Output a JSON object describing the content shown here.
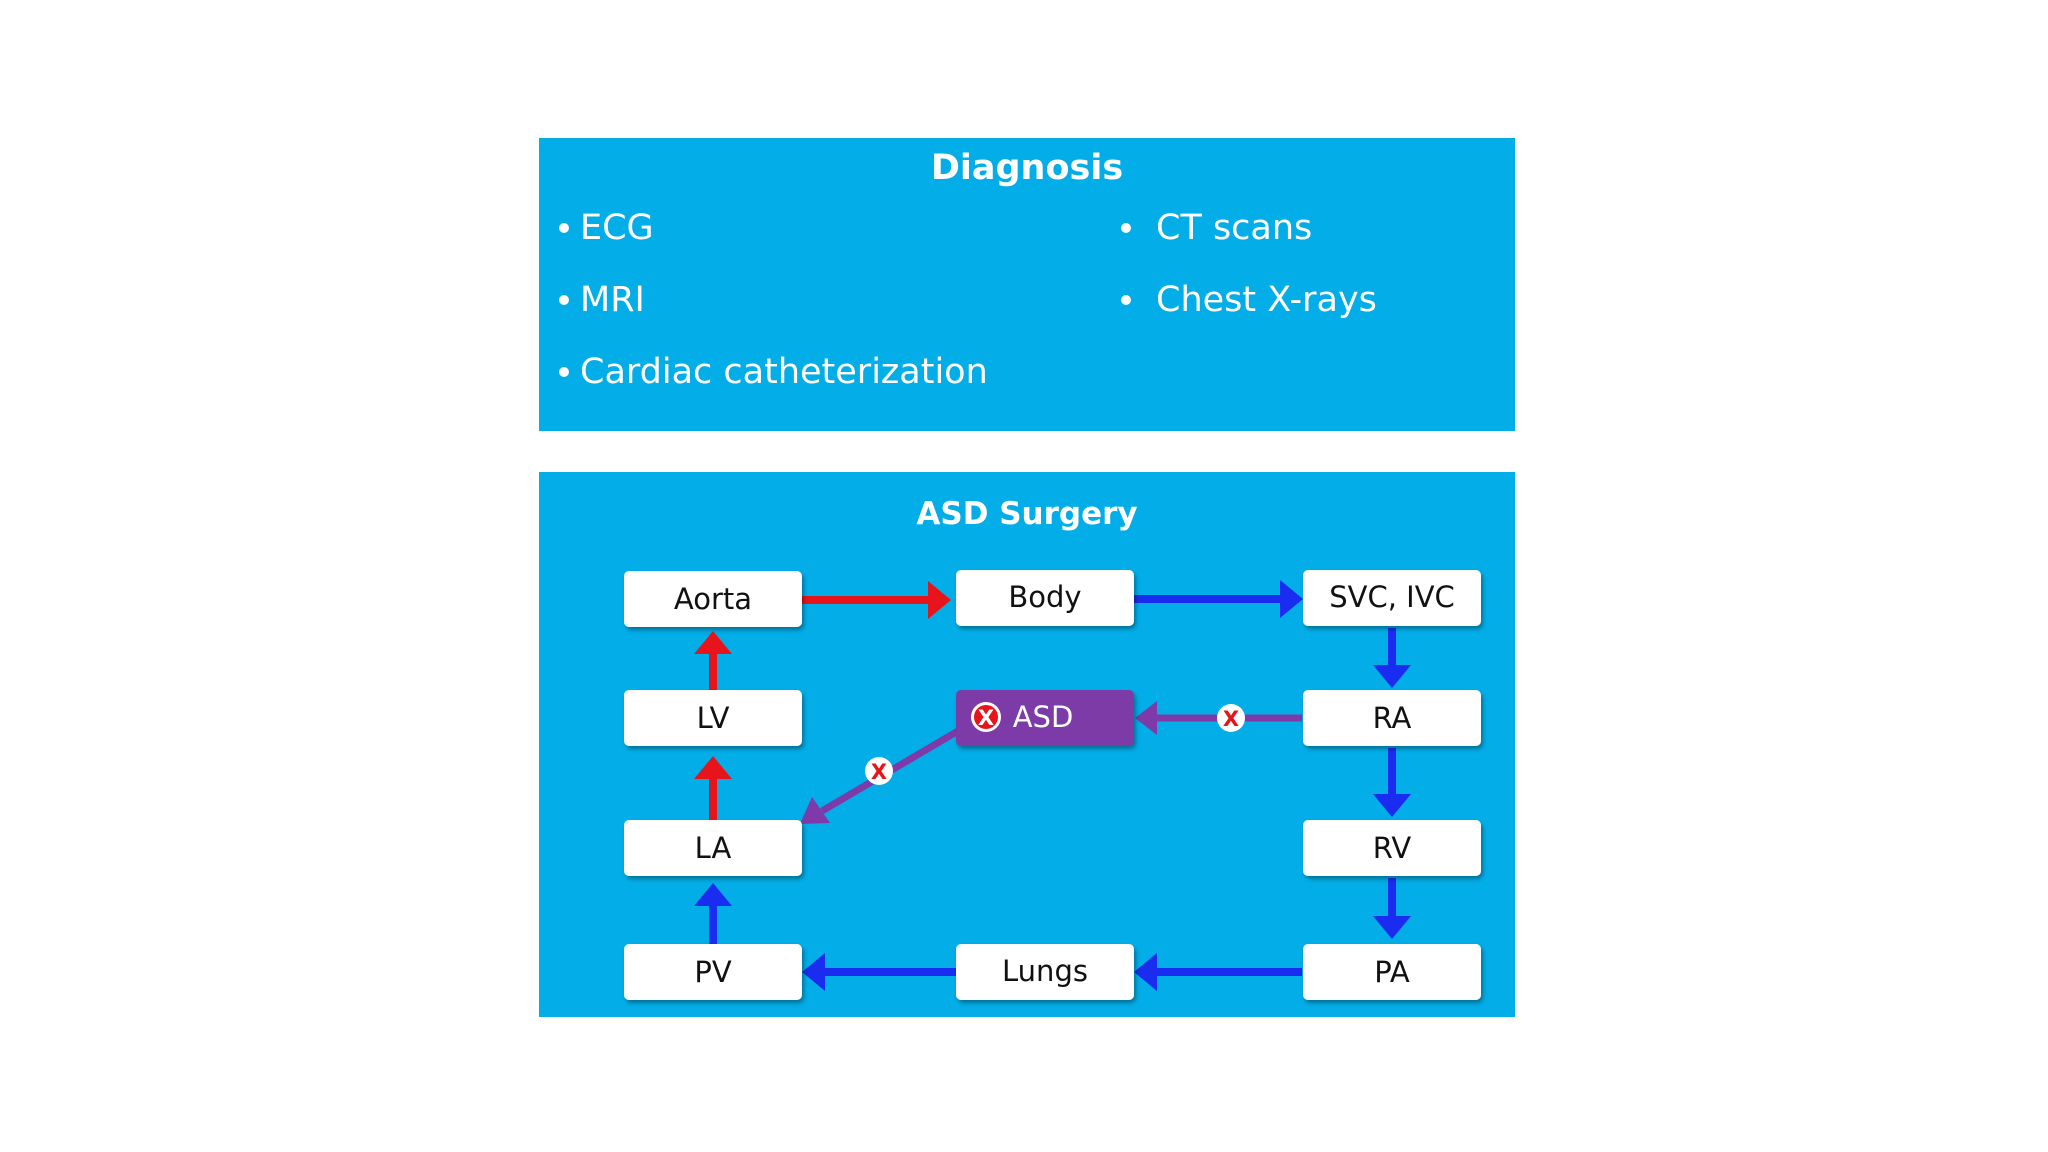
{
  "diagnosis": {
    "title": "Diagnosis",
    "left_items": [
      "ECG",
      "MRI",
      "Cardiac catheterization"
    ],
    "right_items": [
      "CT scans",
      "Chest X-rays"
    ]
  },
  "surgery": {
    "title": "ASD Surgery",
    "nodes": {
      "aorta": "Aorta",
      "body": "Body",
      "svc_ivc": "SVC, IVC",
      "lv": "LV",
      "asd": "ASD",
      "ra": "RA",
      "la": "LA",
      "rv": "RV",
      "pv": "PV",
      "lungs": "Lungs",
      "pa": "PA"
    },
    "blocked_marker": "X"
  },
  "colors": {
    "panel": "#02ade8",
    "oxygenated": "#e8141c",
    "deoxygenated": "#1a2cf0",
    "defect": "#7d3aa8"
  }
}
